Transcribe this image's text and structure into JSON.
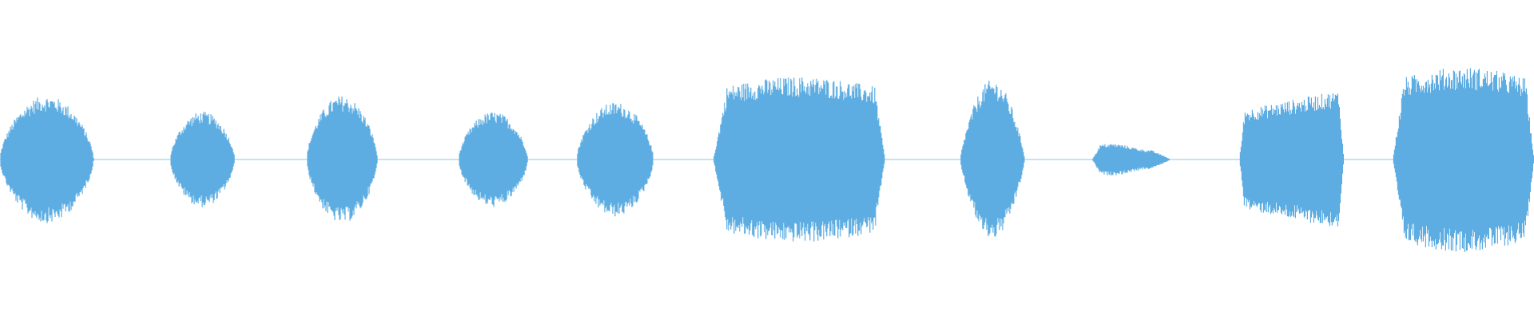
{
  "waveform": {
    "color": "#5dade2",
    "background": "#ffffff",
    "segments": [
      {
        "name": "segment-1",
        "start": 0.0,
        "end": 0.061,
        "amplitude": 0.2,
        "envelope": "arch"
      },
      {
        "name": "segment-2",
        "start": 0.111,
        "end": 0.153,
        "amplitude": 0.15,
        "envelope": "arch"
      },
      {
        "name": "segment-3",
        "start": 0.2,
        "end": 0.246,
        "amplitude": 0.2,
        "envelope": "arch"
      },
      {
        "name": "segment-4",
        "start": 0.299,
        "end": 0.344,
        "amplitude": 0.15,
        "envelope": "arch"
      },
      {
        "name": "segment-5",
        "start": 0.376,
        "end": 0.426,
        "amplitude": 0.18,
        "envelope": "arch"
      },
      {
        "name": "segment-6",
        "start": 0.465,
        "end": 0.577,
        "amplitude": 0.26,
        "envelope": "plateau"
      },
      {
        "name": "segment-7",
        "start": 0.626,
        "end": 0.668,
        "amplitude": 0.25,
        "envelope": "peak-middle"
      },
      {
        "name": "segment-8",
        "start": 0.712,
        "end": 0.763,
        "amplitude": 0.05,
        "envelope": "flat"
      },
      {
        "name": "segment-9",
        "start": 0.808,
        "end": 0.876,
        "amplitude": 0.22,
        "envelope": "ramp-up"
      },
      {
        "name": "segment-10",
        "start": 0.908,
        "end": 1.0,
        "amplitude": 0.29,
        "envelope": "plateau"
      }
    ]
  }
}
